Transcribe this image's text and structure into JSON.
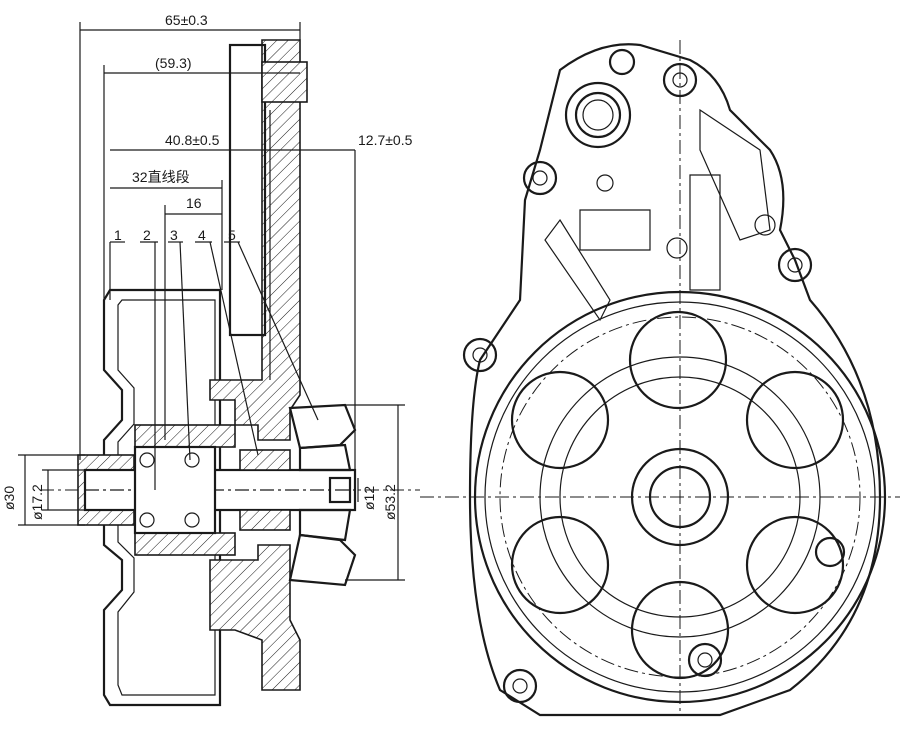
{
  "dimensions": {
    "overall_length": "65±0.3",
    "reference_length": "(59.3)",
    "bearing_length": "40.8±0.5",
    "impeller_offset": "12.7±0.5",
    "straight_section": "32直线段",
    "inner_length": "16",
    "dia_30": "ø30",
    "dia_17_2": "ø17.2",
    "dia_12": "ø12",
    "dia_53_2": "ø53.2"
  },
  "part_labels": [
    "1",
    "2",
    "3",
    "4",
    "5"
  ]
}
